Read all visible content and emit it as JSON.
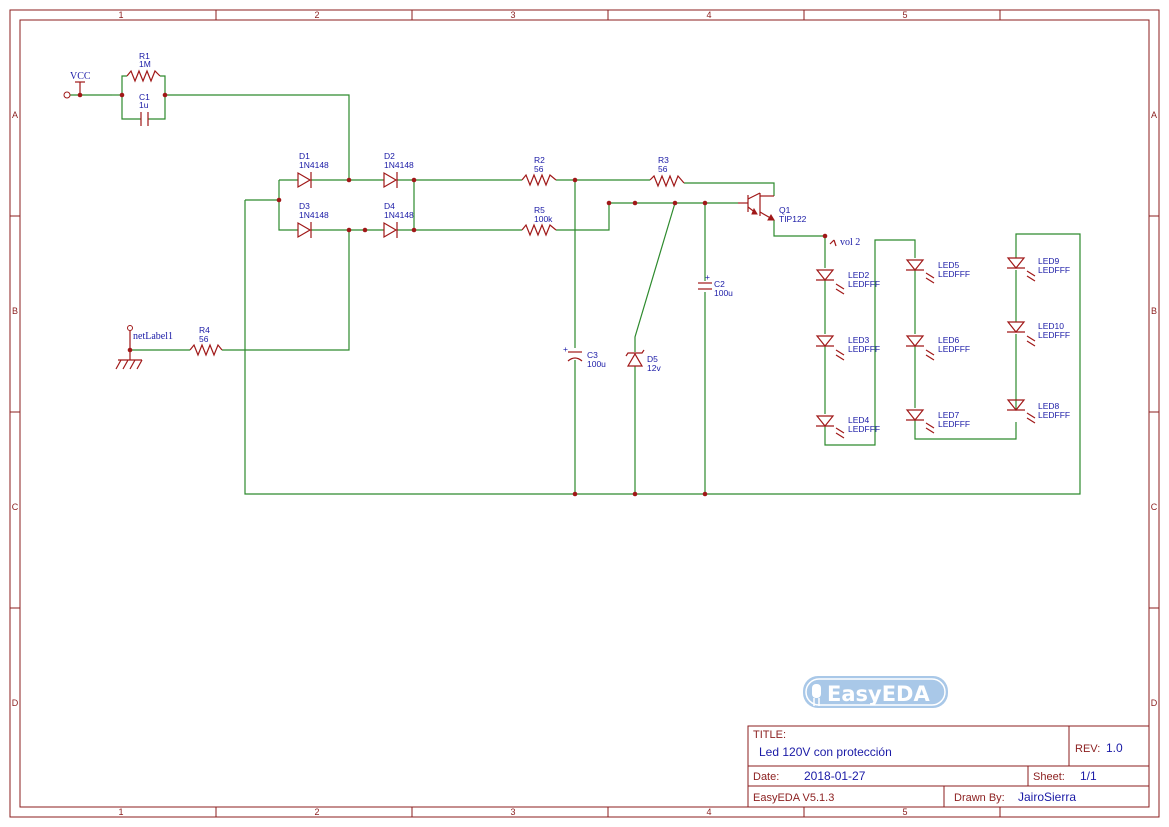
{
  "frame": {
    "columns": [
      "1",
      "2",
      "3",
      "4",
      "5"
    ],
    "rows": [
      "A",
      "B",
      "C",
      "D"
    ]
  },
  "nets": {
    "vcc": "VCC",
    "net_label": "netLabel1",
    "vol2": "vol 2"
  },
  "components": {
    "R1": {
      "ref": "R1",
      "value": "1M"
    },
    "C1": {
      "ref": "C1",
      "value": "1u"
    },
    "D1": {
      "ref": "D1",
      "value": "1N4148"
    },
    "D2": {
      "ref": "D2",
      "value": "1N4148"
    },
    "D3": {
      "ref": "D3",
      "value": "1N4148"
    },
    "D4": {
      "ref": "D4",
      "value": "1N4148"
    },
    "R2": {
      "ref": "R2",
      "value": "56"
    },
    "R3": {
      "ref": "R3",
      "value": "56"
    },
    "R4": {
      "ref": "R4",
      "value": "56"
    },
    "R5": {
      "ref": "R5",
      "value": "100k"
    },
    "C2": {
      "ref": "C2",
      "value": "100u"
    },
    "C3": {
      "ref": "C3",
      "value": "100u"
    },
    "D5": {
      "ref": "D5",
      "value": "12v"
    },
    "Q1": {
      "ref": "Q1",
      "value": "TIP122"
    },
    "LED2": {
      "ref": "LED2",
      "value": "LEDFFF"
    },
    "LED3": {
      "ref": "LED3",
      "value": "LEDFFF"
    },
    "LED4": {
      "ref": "LED4",
      "value": "LEDFFF"
    },
    "LED5": {
      "ref": "LED5",
      "value": "LEDFFF"
    },
    "LED6": {
      "ref": "LED6",
      "value": "LEDFFF"
    },
    "LED7": {
      "ref": "LED7",
      "value": "LEDFFF"
    },
    "LED8": {
      "ref": "LED8",
      "value": "LEDFFF"
    },
    "LED9": {
      "ref": "LED9",
      "value": "LEDFFF"
    },
    "LED10": {
      "ref": "LED10",
      "value": "LEDFFF"
    }
  },
  "logo": {
    "text": "EasyEDA"
  },
  "title_block": {
    "title_label": "TITLE:",
    "title": "Led 120V con protección",
    "rev_label": "REV:",
    "rev": "1.0",
    "date_label": "Date:",
    "date": "2018-01-27",
    "sheet_label": "Sheet:",
    "sheet": "1/1",
    "software": "EasyEDA V5.1.3",
    "drawn_by_label": "Drawn By:",
    "drawn_by": "JairoSierra"
  },
  "colors": {
    "frame": "#8b1e1e",
    "wire": "#2d8a2d",
    "part": "#a01818",
    "designator": "#1a1aa6",
    "logo": "#a9c8e8"
  }
}
